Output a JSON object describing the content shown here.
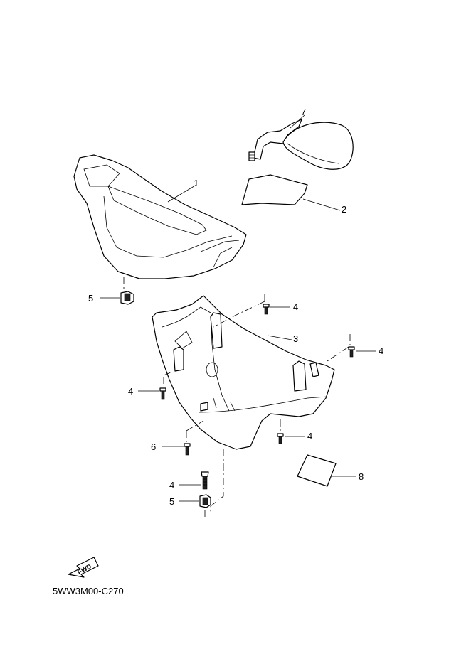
{
  "diagram": {
    "drawing_code": "5WW3M00-C270",
    "fwd_label": "FWD",
    "callouts": [
      {
        "id": "c7",
        "label": "7",
        "part": "mirror"
      },
      {
        "id": "c1",
        "label": "1",
        "part": "front-handlebar-cover"
      },
      {
        "id": "c2",
        "label": "2",
        "part": "label-upper"
      },
      {
        "id": "c5a",
        "label": "5",
        "part": "nut-upper"
      },
      {
        "id": "c4a",
        "label": "4",
        "part": "screw-top-center"
      },
      {
        "id": "c3",
        "label": "3",
        "part": "rear-handlebar-cover"
      },
      {
        "id": "c4b",
        "label": "4",
        "part": "screw-right"
      },
      {
        "id": "c4c",
        "label": "4",
        "part": "screw-left"
      },
      {
        "id": "c4d",
        "label": "4",
        "part": "screw-bottom-center"
      },
      {
        "id": "c6",
        "label": "6",
        "part": "screw-bottom-left"
      },
      {
        "id": "c8",
        "label": "8",
        "part": "label-lower"
      },
      {
        "id": "c4e",
        "label": "4",
        "part": "screw-lower"
      },
      {
        "id": "c5b",
        "label": "5",
        "part": "nut-lower"
      }
    ]
  }
}
